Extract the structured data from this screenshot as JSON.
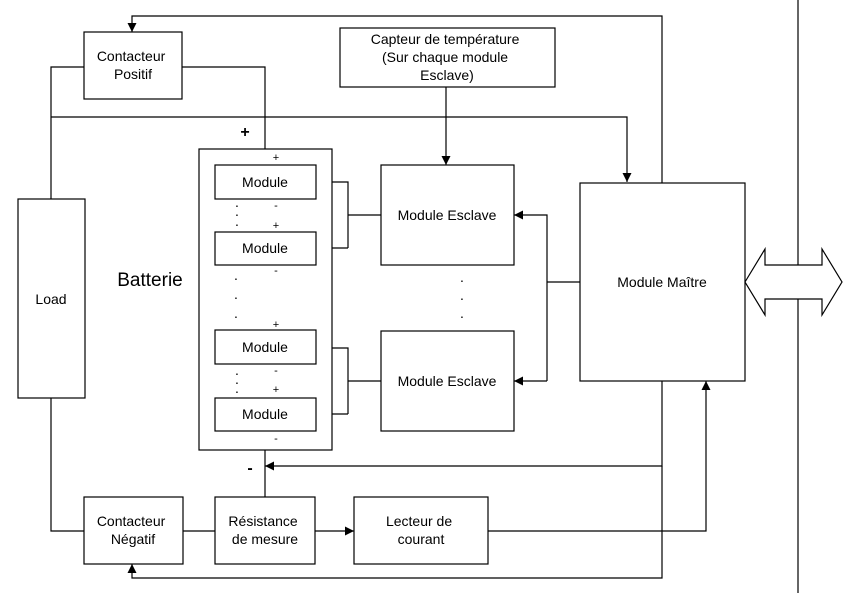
{
  "blocks": {
    "contacteur_positif": [
      "Contacteur",
      "Positif"
    ],
    "contacteur_negatif": [
      "Contacteur",
      "Négatif"
    ],
    "capteur": [
      "Capteur de température",
      "(Sur chaque module",
      "Esclave)"
    ],
    "load": "Load",
    "batterie": "Batterie",
    "module": "Module",
    "module_esclave": "Module Esclave",
    "module_maitre": "Module Maître",
    "resistance": [
      "Résistance",
      "de mesure"
    ],
    "lecteur": [
      "Lecteur de",
      "courant"
    ]
  },
  "signs": {
    "plus": "+",
    "minus": "-"
  },
  "ellipsis": "."
}
